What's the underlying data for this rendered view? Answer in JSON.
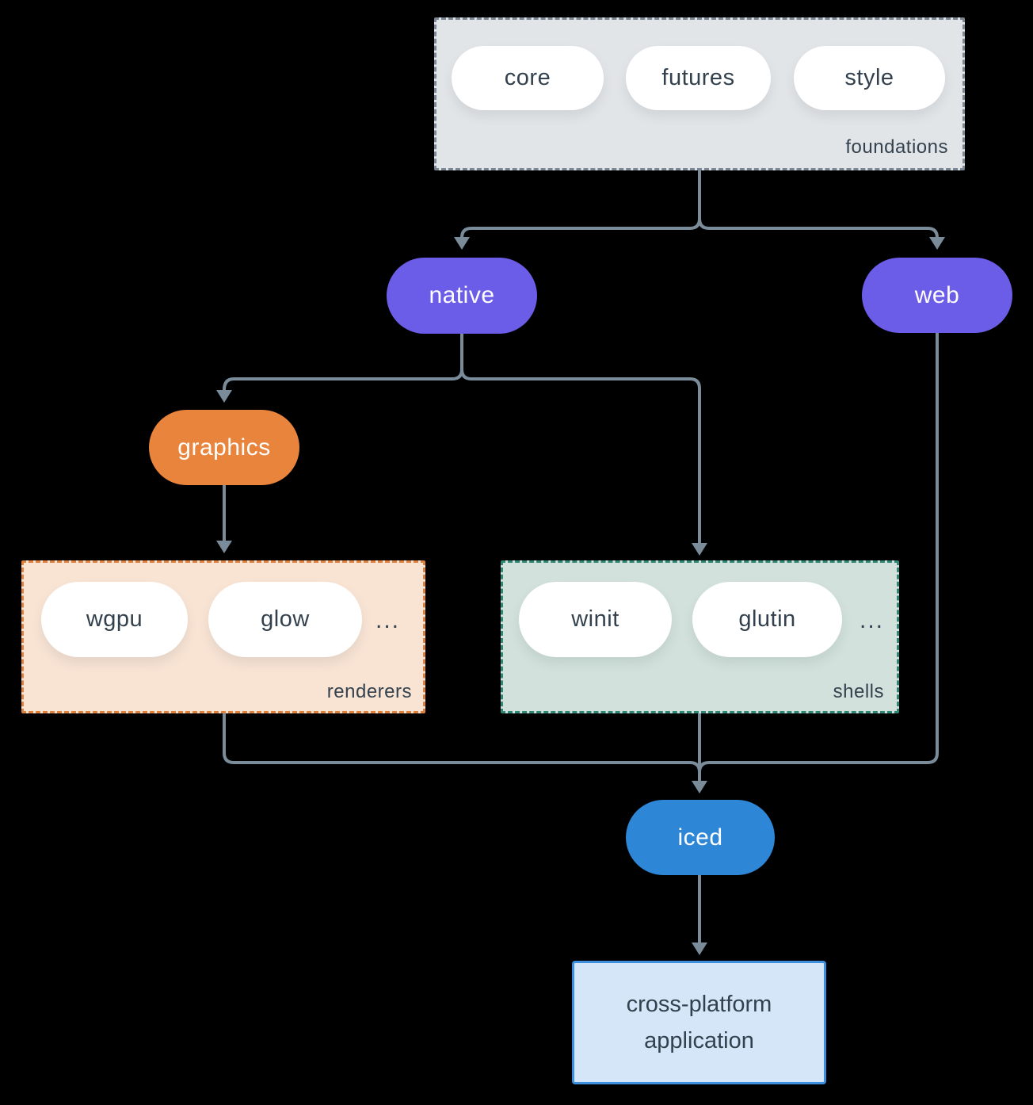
{
  "diagram": {
    "foundations": {
      "label": "foundations",
      "pills": [
        "core",
        "futures",
        "style"
      ]
    },
    "native_label": "native",
    "web_label": "web",
    "graphics_label": "graphics",
    "renderers": {
      "label": "renderers",
      "pills": [
        "wgpu",
        "glow"
      ],
      "ellipsis": "..."
    },
    "shells": {
      "label": "shells",
      "pills": [
        "winit",
        "glutin"
      ],
      "ellipsis": "..."
    },
    "iced_label": "iced",
    "application_label": "cross-platform application"
  },
  "colors": {
    "background": "#000000",
    "connector": "#7a8b99",
    "node_purple": "#6c5de8",
    "node_orange": "#e8843c",
    "node_blue": "#2e86d6",
    "foundations_fill": "#e2e5e8",
    "foundations_border": "#7b8794",
    "renderers_fill": "#f9e4d4",
    "renderers_border": "#de813e",
    "shells_fill": "#d2e1db",
    "shells_border": "#2f8674",
    "application_fill": "#d5e6f8",
    "application_border": "#3e8ede",
    "text_dark": "#33424e",
    "pill_white": "#ffffff"
  }
}
